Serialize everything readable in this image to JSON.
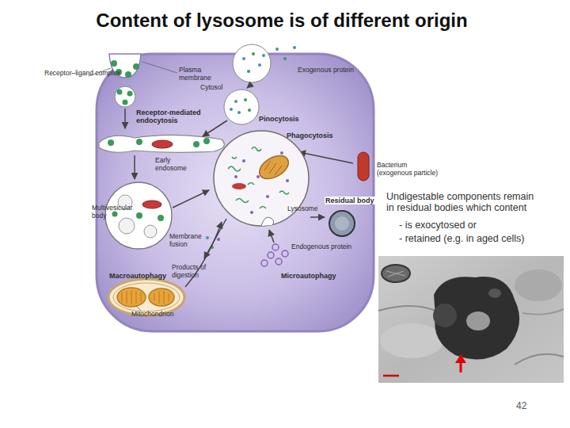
{
  "diagram": {
    "title": "Content of lysosome is of different origin",
    "nodes": [
      {
        "text": [
          "Residual body"
        ]
      },
      {
        "text": [
          "Lysosome"
        ]
      }
    ],
    "edges": [
      {
        "from": 1,
        "to": 0,
        "arrow": "to"
      }
    ],
    "labels": [
      "Receptor–ligand complex",
      "Plasma membrane",
      "Exogenous protein",
      "Cytosol",
      "Receptor-mediated endocytosis",
      "Pinocytosis",
      "Phagocytosis",
      "Early endosome",
      "Bacterium (exogenous particle)",
      "Multivesicular body",
      "Membrane fusion",
      "Products of digestion",
      "Endogenous protein",
      "Macroautophagy",
      "Microautophagy",
      "Mitochondrion",
      "Undigestable components remain in residual bodies which content",
      "- is exocytosed or",
      "- retained (e.g. in aged cells)",
      "42"
    ]
  }
}
